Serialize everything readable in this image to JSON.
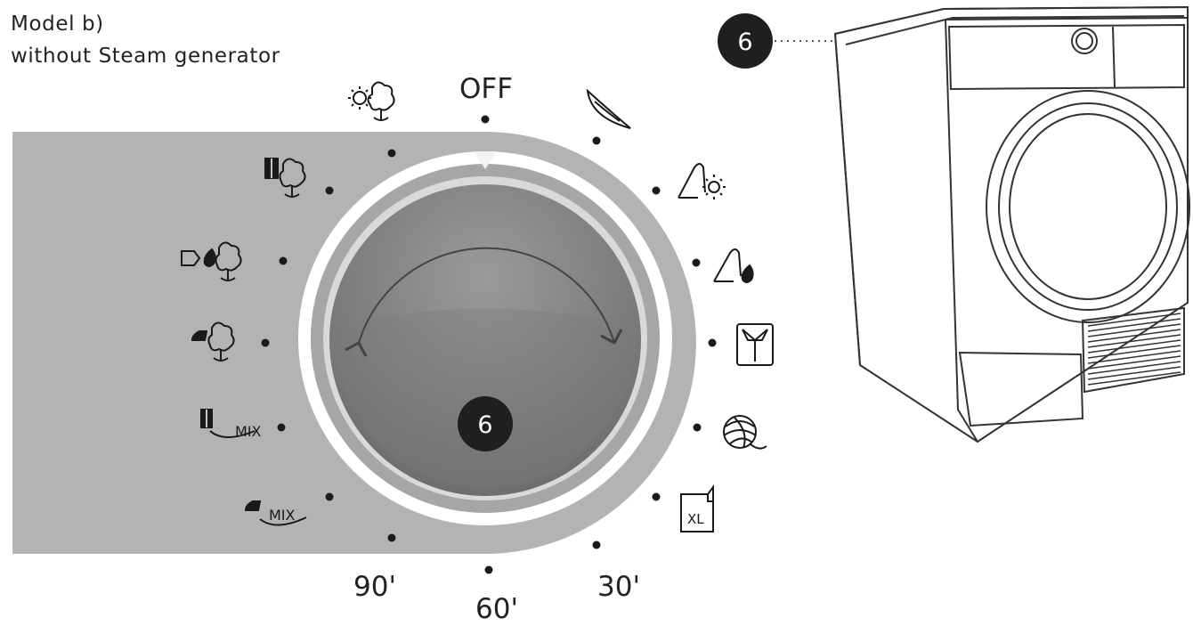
{
  "title": {
    "line1": "Model b)",
    "line2": "without Steam generator"
  },
  "dial": {
    "callout": "6",
    "positions": {
      "off": "OFF",
      "t90": "90'",
      "t60": "60'",
      "t30": "30'"
    },
    "programmes": {
      "left": [
        "cotton-eco-icon",
        "cotton-cupboard-dry-icon",
        "cotton-extra-dry-icon",
        "cotton-iron-dry-icon",
        "mixed-cupboard-icon",
        "mixed-iron-icon"
      ],
      "right": [
        "delicates-icon",
        "synthetics-extra-dry-icon",
        "synthetics-cupboard-icon",
        "shirts-icon",
        "wool-icon",
        "xl-bedding-icon"
      ]
    }
  },
  "machine": {
    "callout": "6"
  },
  "colors": {
    "panel": "#b3b3b3",
    "dial_ring": "#a6a6a6",
    "knob": "#7d7d7d",
    "callout_bg": "#1f1f1f"
  }
}
